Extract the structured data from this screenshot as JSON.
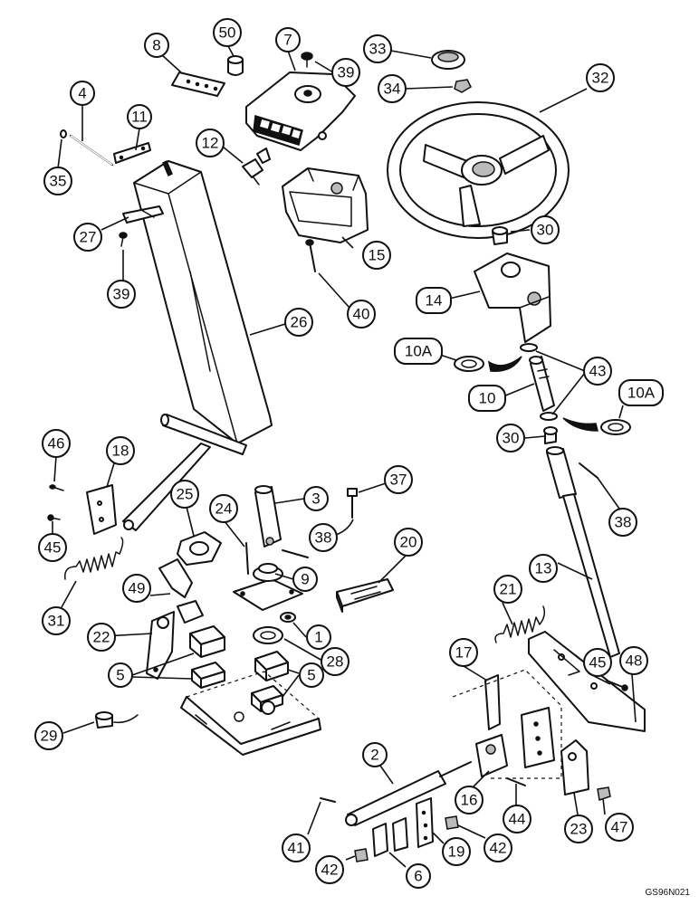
{
  "diagram": {
    "callouts": [
      "50",
      "8",
      "7",
      "39",
      "33",
      "34",
      "32",
      "4",
      "11",
      "12",
      "35",
      "27",
      "15",
      "30",
      "39",
      "40",
      "26",
      "14",
      "10A",
      "10",
      "43",
      "10A",
      "30",
      "46",
      "18",
      "25",
      "3",
      "37",
      "24",
      "38",
      "45",
      "20",
      "9",
      "31",
      "49",
      "22",
      "1",
      "28",
      "5",
      "5",
      "21",
      "17",
      "45",
      "48",
      "13",
      "38",
      "29",
      "2",
      "16",
      "44",
      "23",
      "47",
      "41",
      "19",
      "42",
      "42",
      "6"
    ],
    "reference": "GS96N021"
  }
}
